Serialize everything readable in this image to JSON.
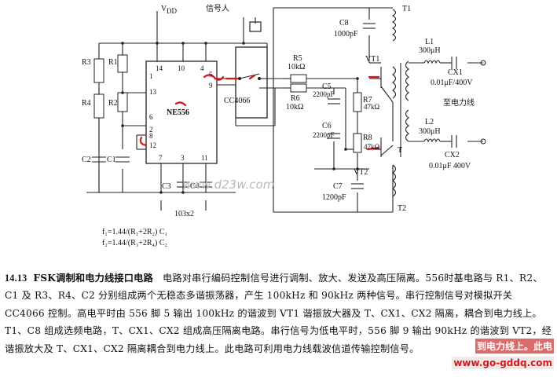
{
  "schematic": {
    "vdd": "V",
    "vdd_sub": "DD",
    "signal_in": "信号人",
    "ic_main": "NE556",
    "ic_switch": "CC4066",
    "pins": {
      "p14": "14",
      "p10": "10",
      "p4": "4",
      "p1": "1",
      "p13": "13",
      "p6": "6",
      "p2": "2",
      "p8": "8",
      "p12": "12",
      "p5": "5",
      "p9": "9",
      "p7": "7",
      "p3": "3",
      "p11": "11"
    },
    "resistors": {
      "R1": "R1",
      "R2": "R2",
      "R3": "R3",
      "R4": "R4",
      "R5": "R5",
      "R5v": "10kΩ",
      "R6": "R6",
      "R6v": "10kΩ",
      "R7": "R7",
      "R7v": "47kΩ",
      "R8": "R8",
      "R8v": "47kΩ"
    },
    "capacitors": {
      "C1": "C1",
      "C2": "C2",
      "C3": "C3",
      "C4": "C4",
      "C5": "C5",
      "C5v": "2200pF",
      "C6": "C6",
      "C6v": "2200pF",
      "C7": "C7",
      "C7v": "1200pF",
      "C8": "C8",
      "C8v": "1000pF",
      "CX1": "CX1",
      "CX1v": "0.01μF/400V",
      "CX2": "CX2",
      "CX2v": "0.01μF 400V",
      "cap_code": "103x2"
    },
    "inductors": {
      "L1": "L1",
      "L1v": "300μH",
      "L2": "L2",
      "L2v": "300μH"
    },
    "transistors": {
      "VT1": "VT1",
      "VT2": "VT2"
    },
    "transformer": {
      "T1": "T1",
      "T": "T",
      "T2": "T2"
    },
    "power_line": "至电力线",
    "watermark": "www.d23w.com"
  },
  "formulas": {
    "f1": "f₁=1.44/(R₁+2R₂) C₁",
    "f2": "f₂=1.44/(R₃+2R₄) C₂"
  },
  "caption": {
    "number": "14.13",
    "title": "FSK调制和电力线接口电路",
    "body": "电路对串行编码控制信号进行调制、放大、发送及高压隔离。556时基电路与 R1、R2、C1 及 R3、R4、C2 分别组成两个无稳态多谐振荡器，产生 100kHz 和 90kHz 两种信号。串行控制信号对模拟开关 CC4066 控制。高电平时由 556 脚 5 输出 100kHz 的谐波到 VT1 谐振放大器及 T、CX1、CX2 隔离，耦合到电力线上。T1、C8 组成选频电路，T、CX1、CX2 组成高压隔离电路。串行信号为低电平时，556 脚 9 输出 90kHz 的谐波到 VT2，经谐振放大及 T、CX1、CX2 隔离耦合到电力线上。此电路可利用电力线载波信道传输控制信号。"
  },
  "site_watermark": "www.go-gddq.com",
  "site_watermark_top": "到电力线上。此电"
}
